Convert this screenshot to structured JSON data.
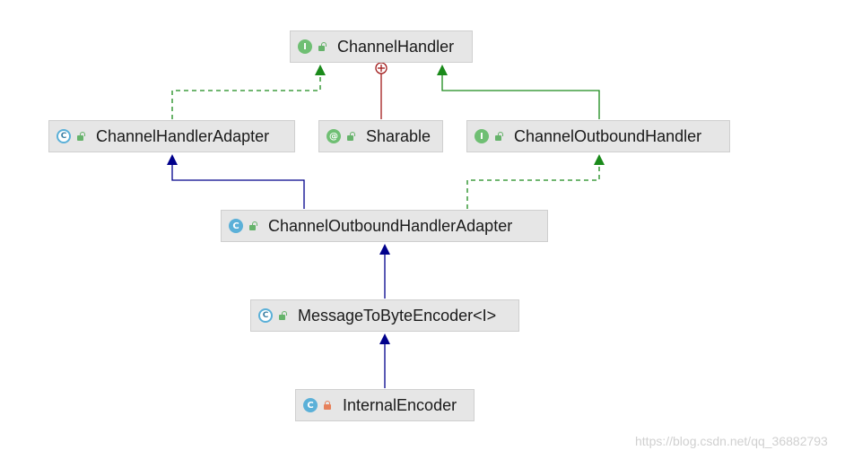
{
  "nodes": {
    "channel_handler": {
      "label": "ChannelHandler",
      "kind": "interface",
      "icon_letter": "I",
      "visibility": "public"
    },
    "channel_handler_adapter": {
      "label": "ChannelHandlerAdapter",
      "kind": "abstract-class",
      "icon_letter": "C",
      "visibility": "public"
    },
    "sharable": {
      "label": "Sharable",
      "kind": "annotation",
      "icon_letter": "@",
      "visibility": "public"
    },
    "channel_outbound_handler": {
      "label": "ChannelOutboundHandler",
      "kind": "interface",
      "icon_letter": "I",
      "visibility": "public"
    },
    "channel_outbound_handler_adapter": {
      "label": "ChannelOutboundHandlerAdapter",
      "kind": "class",
      "icon_letter": "C",
      "visibility": "public"
    },
    "message_to_byte_encoder": {
      "label": "MessageToByteEncoder<I>",
      "kind": "abstract-class",
      "icon_letter": "C",
      "visibility": "public"
    },
    "internal_encoder": {
      "label": "InternalEncoder",
      "kind": "class",
      "icon_letter": "C",
      "visibility": "private"
    }
  },
  "edges": [
    {
      "from": "channel_handler_adapter",
      "to": "channel_handler",
      "type": "implements"
    },
    {
      "from": "sharable",
      "to": "channel_handler",
      "type": "inner"
    },
    {
      "from": "channel_outbound_handler",
      "to": "channel_handler",
      "type": "extends-interface"
    },
    {
      "from": "channel_outbound_handler_adapter",
      "to": "channel_handler_adapter",
      "type": "extends"
    },
    {
      "from": "channel_outbound_handler_adapter",
      "to": "channel_outbound_handler",
      "type": "implements"
    },
    {
      "from": "message_to_byte_encoder",
      "to": "channel_outbound_handler_adapter",
      "type": "extends"
    },
    {
      "from": "internal_encoder",
      "to": "message_to_byte_encoder",
      "type": "extends"
    }
  ],
  "colors": {
    "extends": "#00008b",
    "implements": "#1a8a1a",
    "extends_interface": "#1a8a1a",
    "inner": "#a11a1a",
    "node_bg": "#e6e6e6",
    "node_border": "#cfcfcf"
  },
  "watermark": "https://blog.csdn.net/qq_36882793"
}
